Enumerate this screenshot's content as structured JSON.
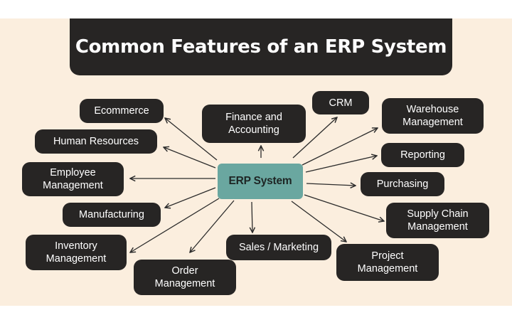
{
  "diagram": {
    "title": "Common Features of an ERP System",
    "center": {
      "label": "ERP System"
    },
    "features": [
      {
        "id": "ecommerce",
        "label": "Ecommerce"
      },
      {
        "id": "human-resources",
        "label": "Human Resources"
      },
      {
        "id": "employee-management",
        "label": "Employee\nManagement"
      },
      {
        "id": "manufacturing",
        "label": "Manufacturing"
      },
      {
        "id": "inventory-management",
        "label": "Inventory\nManagement"
      },
      {
        "id": "order-management",
        "label": "Order\nManagement"
      },
      {
        "id": "sales-marketing",
        "label": "Sales / Marketing"
      },
      {
        "id": "project-management",
        "label": "Project\nManagement"
      },
      {
        "id": "supply-chain-management",
        "label": "Supply Chain\nManagement"
      },
      {
        "id": "purchasing",
        "label": "Purchasing"
      },
      {
        "id": "reporting",
        "label": "Reporting"
      },
      {
        "id": "warehouse-management",
        "label": "Warehouse\nManagement"
      },
      {
        "id": "crm",
        "label": "CRM"
      },
      {
        "id": "finance-accounting",
        "label": "Finance and\nAccounting"
      }
    ],
    "colors": {
      "background": "#fbeede",
      "node": "#272524",
      "center": "#6aa7a0",
      "arrow": "#2b2b2b"
    }
  }
}
